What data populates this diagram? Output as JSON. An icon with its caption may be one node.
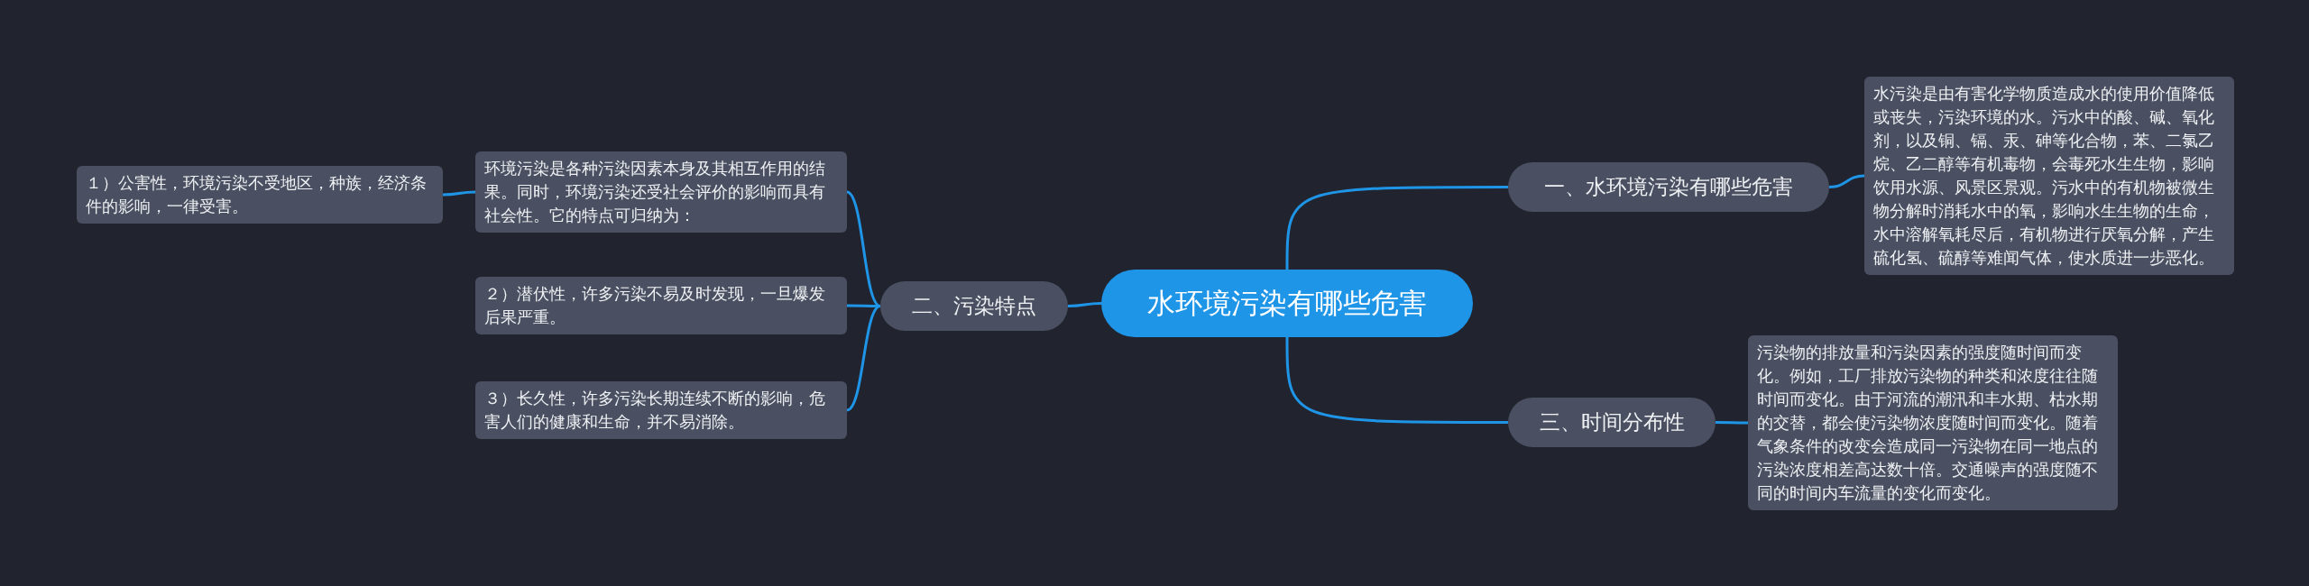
{
  "diagram": {
    "nodes": [
      {
        "text": [
          "水环境污染有哪些危害"
        ]
      },
      {
        "text": [
          "一、水环境污染有哪些危害"
        ]
      },
      {
        "text": [
          "水污染是由有害化学物质造成水的使用价值降低或丧失，污染环境的水。污水中的酸、碱、氧化剂，以及铜、镉、汞、砷等化合物，苯、二氯乙烷、乙二醇等有机毒物，会毒死水生生物，影响饮用水源、风景区景观。污水中的有机物被微生物分解时消耗水中的氧，影响水生生物的生命，水中溶解氧耗尽后，有机物进行厌氧分解，产生硫化氢、硫醇等难闻气体，使水质进一步恶化。"
        ]
      },
      {
        "text": [
          "二、污染特点"
        ]
      },
      {
        "text": [
          "环境污染是各种污染因素本身及其相互作用的结果。同时，环境污染还受社会评价的影响而具有社会性。它的特点可归纳为："
        ]
      },
      {
        "text": [
          "１）公害性，环境污染不受地区，种族，经济条件的影响，一律受害。"
        ]
      },
      {
        "text": [
          "２）潜伏性，许多污染不易及时发现，一旦爆发后果严重。"
        ]
      },
      {
        "text": [
          "３）长久性，许多污染长期连续不断的影响，危害人们的健康和生命，并不易消除。"
        ]
      },
      {
        "text": [
          "三、时间分布性"
        ]
      },
      {
        "text": [
          "污染物的排放量和污染因素的强度随时间而变化。例如，工厂排放污染物的种类和浓度往往随时间而变化。由于河流的潮汛和丰水期、枯水期的交替，都会使污染物浓度随时间而变化。随着气象条件的改变会造成同一污染物在同一地点的污染浓度相差高达数十倍。交通噪声的强度随不同的时间内车流量的变化而变化。"
        ]
      }
    ],
    "edges": [
      {
        "from": 0,
        "to": 1,
        "arrow": "none"
      },
      {
        "from": 1,
        "to": 2,
        "arrow": "none"
      },
      {
        "from": 0,
        "to": 3,
        "arrow": "none"
      },
      {
        "from": 3,
        "to": 4,
        "arrow": "none"
      },
      {
        "from": 4,
        "to": 5,
        "arrow": "none"
      },
      {
        "from": 3,
        "to": 6,
        "arrow": "none"
      },
      {
        "from": 3,
        "to": 7,
        "arrow": "none"
      },
      {
        "from": 0,
        "to": 8,
        "arrow": "none"
      },
      {
        "from": 8,
        "to": 9,
        "arrow": "none"
      }
    ]
  }
}
